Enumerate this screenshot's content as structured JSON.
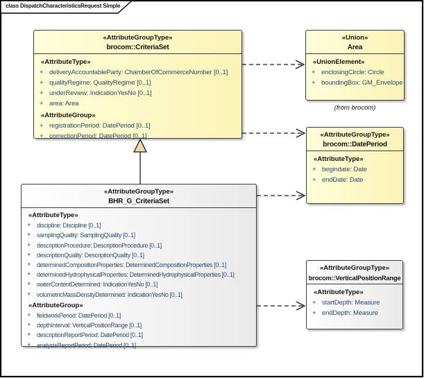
{
  "frame": {
    "title": "class DispatchCharacteristicsRequest Simple"
  },
  "colors": {
    "class_fill_left": "#fefed9",
    "class_fill_right": "#fbf3b6",
    "neutral_fill_left": "#ffffff",
    "neutral_fill_right": "#e9e9e9",
    "border": "#3a3a3a",
    "attribute_text": "#2a4a68",
    "generalization_triangle": "#efd9a6"
  },
  "visibility_marker": "+",
  "classes": [
    {
      "id": "criteriaset",
      "stereotype": "«AttributeGroupType»",
      "name": "brocom::CriteriaSet",
      "theme": "yellow",
      "sections": [
        {
          "label": "«AttributeType»",
          "attrs": [
            "deliveryAccountableParty: ChamberOfCommerceNumber [0..1]",
            "qualityRegime: QualityRegime [0..1]",
            "underReview: IndicationYesNo [0..1]",
            "area: Area"
          ]
        },
        {
          "label": "«AttributeGroup»",
          "attrs": [
            "registrationPeriod: DatePeriod [0..1]",
            "correctionPeriod: DatePeriod [0..1]"
          ]
        }
      ]
    },
    {
      "id": "area",
      "stereotype": "«Union»",
      "name": "Area",
      "theme": "yellow",
      "note": "(from brocom)",
      "sections": [
        {
          "label": "«UnionElement»",
          "attrs": [
            "enclosingCircle: Circle",
            "boundingBox: GM_Envelope"
          ]
        }
      ]
    },
    {
      "id": "dateperiod",
      "stereotype": "«AttributeGroupType»",
      "name": "brocom::DatePeriod",
      "theme": "yellow",
      "sections": [
        {
          "label": "«AttributeType»",
          "attrs": [
            "begindate: Date",
            "endDate: Date"
          ]
        }
      ]
    },
    {
      "id": "bhr",
      "stereotype": "«AttributeGroupType»",
      "name": "BHR_G_CriteriaSet",
      "theme": "neutral",
      "sections": [
        {
          "label": "«AttributeType»",
          "attrs": [
            "discipline: Discipline [0..1]",
            "samplingQuality: SamplingQuality [0..1]",
            "descriptionProcedure: DescriptionProcedure [0..1]",
            "descriptionQuality: DescriptionQuality [0..1]",
            "determinedCompositionProperties: DeterminedCompositionProperties [0..1]",
            "determinedHydrophysicalProperties: DeterminedHydrophysicalProperties [0..1]",
            "waterContentDetermined: IndicationYesNo [0..1]",
            "volumetricMassDensityDetermined: IndicationYesNo [0..1]"
          ]
        },
        {
          "label": "«AttributeGroup»",
          "attrs": [
            "fieldworkPeriod: DatePeriod [0..1]",
            "depthInterval: VerticalPositionRange [0..1]",
            "descriptionReportPeriod: DatePeriod [0..1]",
            "analysisReportPeriod: DatePeriod [0..1]"
          ]
        }
      ]
    },
    {
      "id": "vpr",
      "stereotype": "«AttributeGroupType»",
      "name": "brocom::VerticalPositionRange",
      "theme": "neutral",
      "sections": [
        {
          "label": "«AttributeType»",
          "attrs": [
            "startDepth: Measure",
            "endDepth: Measure"
          ]
        }
      ]
    }
  ],
  "connectors": [
    {
      "type": "dependency",
      "from": "brocom::CriteriaSet",
      "to": "Area"
    },
    {
      "type": "dependency",
      "from": "brocom::CriteriaSet",
      "to": "brocom::DatePeriod"
    },
    {
      "type": "generalization",
      "from": "BHR_G_CriteriaSet",
      "to": "brocom::CriteriaSet"
    },
    {
      "type": "dependency",
      "from": "BHR_G_CriteriaSet",
      "to": "brocom::DatePeriod"
    },
    {
      "type": "dependency",
      "from": "BHR_G_CriteriaSet",
      "to": "brocom::VerticalPositionRange"
    }
  ]
}
